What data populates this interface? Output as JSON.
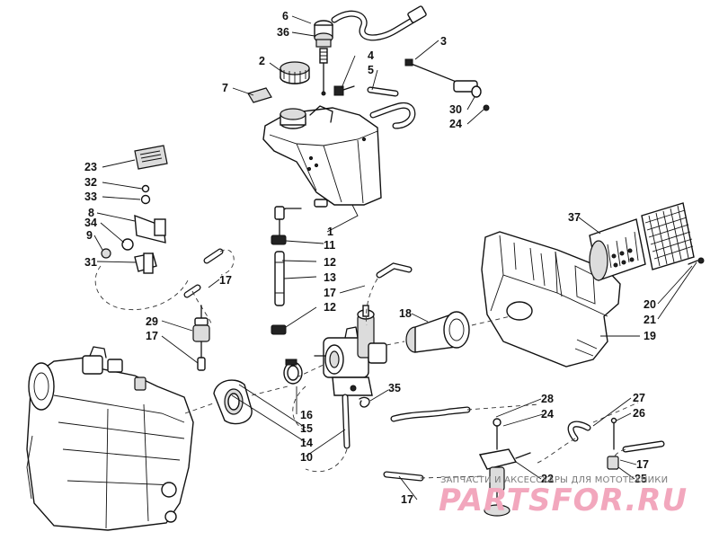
{
  "callouts": [
    {
      "id": "c6",
      "num": "6"
    },
    {
      "id": "c36",
      "num": "36"
    },
    {
      "id": "c3",
      "num": "3"
    },
    {
      "id": "c2",
      "num": "2"
    },
    {
      "id": "c4",
      "num": "4"
    },
    {
      "id": "c5",
      "num": "5"
    },
    {
      "id": "c7",
      "num": "7"
    },
    {
      "id": "c30",
      "num": "30"
    },
    {
      "id": "c24a",
      "num": "24"
    },
    {
      "id": "c23",
      "num": "23"
    },
    {
      "id": "c32",
      "num": "32"
    },
    {
      "id": "c33",
      "num": "33"
    },
    {
      "id": "c8",
      "num": "8"
    },
    {
      "id": "c34",
      "num": "34"
    },
    {
      "id": "c9",
      "num": "9"
    },
    {
      "id": "c31",
      "num": "31"
    },
    {
      "id": "c1",
      "num": "1"
    },
    {
      "id": "c11",
      "num": "11"
    },
    {
      "id": "c12a",
      "num": "12"
    },
    {
      "id": "c13",
      "num": "13"
    },
    {
      "id": "c17a",
      "num": "17"
    },
    {
      "id": "c12b",
      "num": "12"
    },
    {
      "id": "c17b",
      "num": "17"
    },
    {
      "id": "c29",
      "num": "29"
    },
    {
      "id": "c17c",
      "num": "17"
    },
    {
      "id": "c37",
      "num": "37"
    },
    {
      "id": "c18",
      "num": "18"
    },
    {
      "id": "c20",
      "num": "20"
    },
    {
      "id": "c21",
      "num": "21"
    },
    {
      "id": "c19",
      "num": "19"
    },
    {
      "id": "c35",
      "num": "35"
    },
    {
      "id": "c16",
      "num": "16"
    },
    {
      "id": "c15",
      "num": "15"
    },
    {
      "id": "c14",
      "num": "14"
    },
    {
      "id": "c10",
      "num": "10"
    },
    {
      "id": "c28",
      "num": "28"
    },
    {
      "id": "c24b",
      "num": "24"
    },
    {
      "id": "c27",
      "num": "27"
    },
    {
      "id": "c26",
      "num": "26"
    },
    {
      "id": "c17d",
      "num": "17"
    },
    {
      "id": "c25",
      "num": "25"
    },
    {
      "id": "c22",
      "num": "22"
    },
    {
      "id": "c17e",
      "num": "17"
    }
  ],
  "watermark": {
    "tagline": "ЗАПЧАСТИ И АКСЕССУАРЫ ДЛЯ МОТОТЕХНИКИ",
    "brand": "PARTSFOR.RU"
  }
}
